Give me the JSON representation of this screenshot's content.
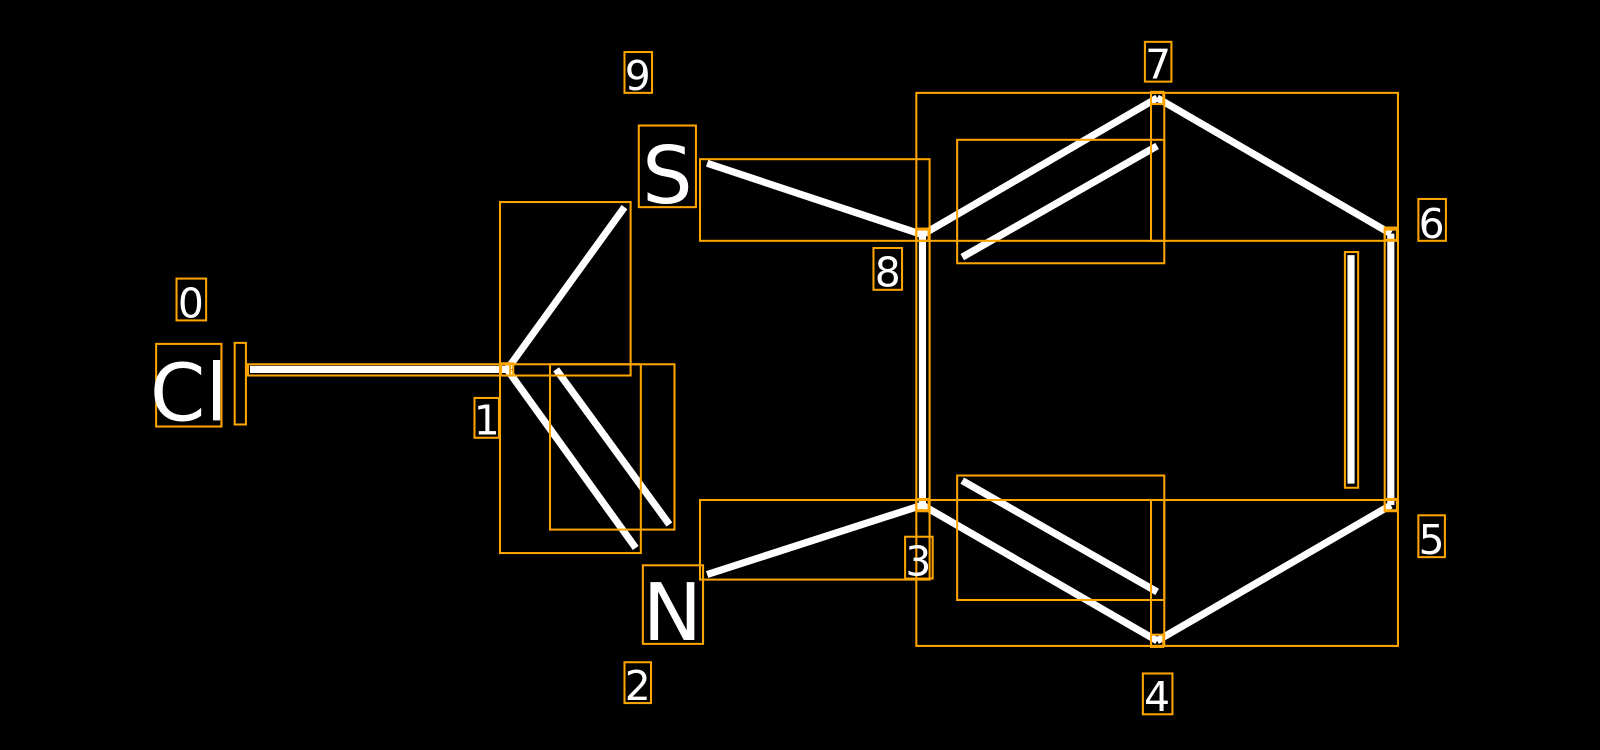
{
  "diagram": {
    "colors": {
      "background": "#000000",
      "bond": "#ffffff",
      "box": "#ffa500"
    },
    "atoms": [
      {
        "index": "0",
        "symbol": "Cl"
      },
      {
        "index": "1",
        "symbol": ""
      },
      {
        "index": "2",
        "symbol": "N"
      },
      {
        "index": "3",
        "symbol": ""
      },
      {
        "index": "4",
        "symbol": ""
      },
      {
        "index": "5",
        "symbol": ""
      },
      {
        "index": "6",
        "symbol": ""
      },
      {
        "index": "7",
        "symbol": ""
      },
      {
        "index": "8",
        "symbol": ""
      },
      {
        "index": "9",
        "symbol": "S"
      }
    ],
    "bonds": [
      {
        "from": "0",
        "to": "1",
        "order": 1
      },
      {
        "from": "1",
        "to": "9",
        "order": 1
      },
      {
        "from": "1",
        "to": "2",
        "order": 2
      },
      {
        "from": "9",
        "to": "8",
        "order": 1
      },
      {
        "from": "2",
        "to": "3",
        "order": 1
      },
      {
        "from": "8",
        "to": "3",
        "order": 1
      },
      {
        "from": "8",
        "to": "7",
        "order": 2
      },
      {
        "from": "7",
        "to": "6",
        "order": 1
      },
      {
        "from": "6",
        "to": "5",
        "order": 2
      },
      {
        "from": "5",
        "to": "4",
        "order": 1
      },
      {
        "from": "4",
        "to": "3",
        "order": 2
      }
    ]
  }
}
